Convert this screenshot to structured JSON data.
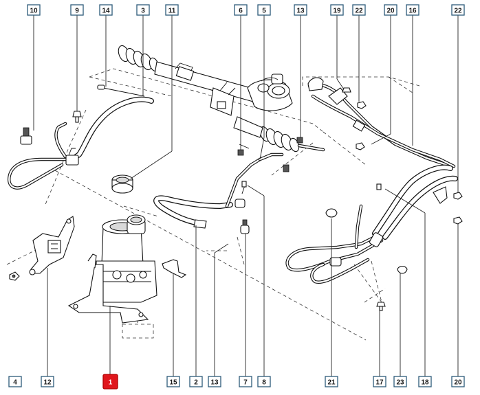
{
  "callouts_top": [
    "10",
    "9",
    "14",
    "3",
    "11",
    "6",
    "5",
    "13",
    "19",
    "22",
    "20",
    "16",
    "22"
  ],
  "callouts_bottom": [
    "4",
    "12",
    "1",
    "15",
    "2",
    "13",
    "7",
    "8",
    "21",
    "17",
    "23",
    "18",
    "20"
  ],
  "highlighted_callout": "1",
  "colors": {
    "highlight": "#e0161c",
    "box_border": "#2d5a7a",
    "line": "#111111"
  }
}
